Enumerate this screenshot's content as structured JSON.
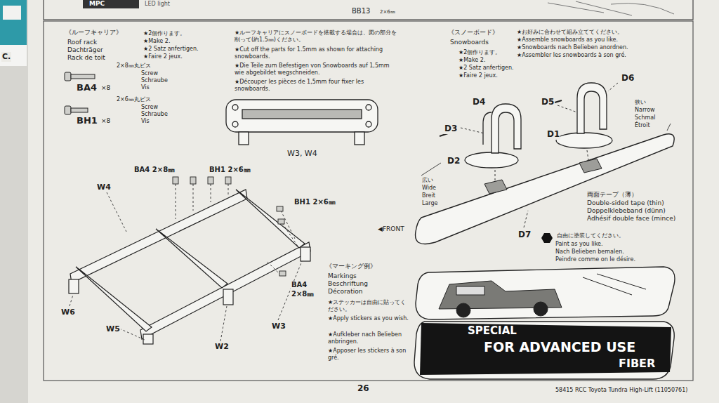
{
  "diagram": {
    "labels": [
      "MPC",
      "LED light",
      "BB13",
      "2×6㎜",
      "C.",
      "《ルーフキャリア》",
      "Roof rack",
      "Dachträger",
      "Rack de toit",
      "★2個作ります。",
      "★Make 2.",
      "★2 Satz anfertigen.",
      "★Faire 2 jeux.",
      "BA4",
      "×8",
      "2×8㎜丸ビス",
      "Screw",
      "Schraube",
      "Vis",
      "BH1",
      "×8",
      "2×6㎜丸ビス",
      "Screw",
      "Schraube",
      "Vis",
      "★ルーフキャリアにスノーボードを搭載する場合は、図の部分を削って(約1.5㎜)ください。",
      "★Cut off the parts for 1.5mm as shown for attaching snowboards.",
      "★Die Teile zum Befestigen von Snowboards auf 1,5mm wie abgebildet wegschneiden.",
      "★Découper les pièces de 1,5mm four fixer les snowboards.",
      "W3, W4",
      "BA4 2×8㎜",
      "BH1 2×6㎜",
      "W4",
      "BH1 2×6㎜",
      "BA4 2×8㎜",
      "W6",
      "W5",
      "W2",
      "W3",
      "《マーキング例》",
      "Markings",
      "Beschriftung",
      "Décoration",
      "★ステッカーは自由に貼ってください。",
      "★Apply stickers as you wish.",
      "★Aufkleber nach Belieben anbringen.",
      "★Apposer les stickers à son gré.",
      "《スノーボード》",
      "Snowboards",
      "★2個作ります。",
      "★Make 2.",
      "★2 Satz anfertigen.",
      "★Faire 2 jeux.",
      "★お好みに合わせて組み立ててください。",
      "★Assemble snowboards as you like.",
      "★Snowboards nach Belieben anordnen.",
      "★Assembler les snowboards à son gré.",
      "D4",
      "D3",
      "D2",
      "D5",
      "D6",
      "D1",
      "狭い",
      "Narrow",
      "Schmal",
      "Étroit",
      "広い",
      "Wide",
      "Breit",
      "Large",
      "◀FRONT",
      "両面テープ（薄）",
      "Double-sided tape (thin)",
      "Doppelklebeband (dünn)",
      "Adhésif double face (mince)",
      "D7",
      "自由に塗装してください。",
      "Paint as you like.",
      "Nach Belieben bemalen.",
      "Peindre comme on le désire.",
      "SPECIAL",
      "FOR ADVANCED USE",
      "FIBER",
      "26",
      "58415 RCC Toyota Tundra High-Lift (11050761)"
    ]
  }
}
